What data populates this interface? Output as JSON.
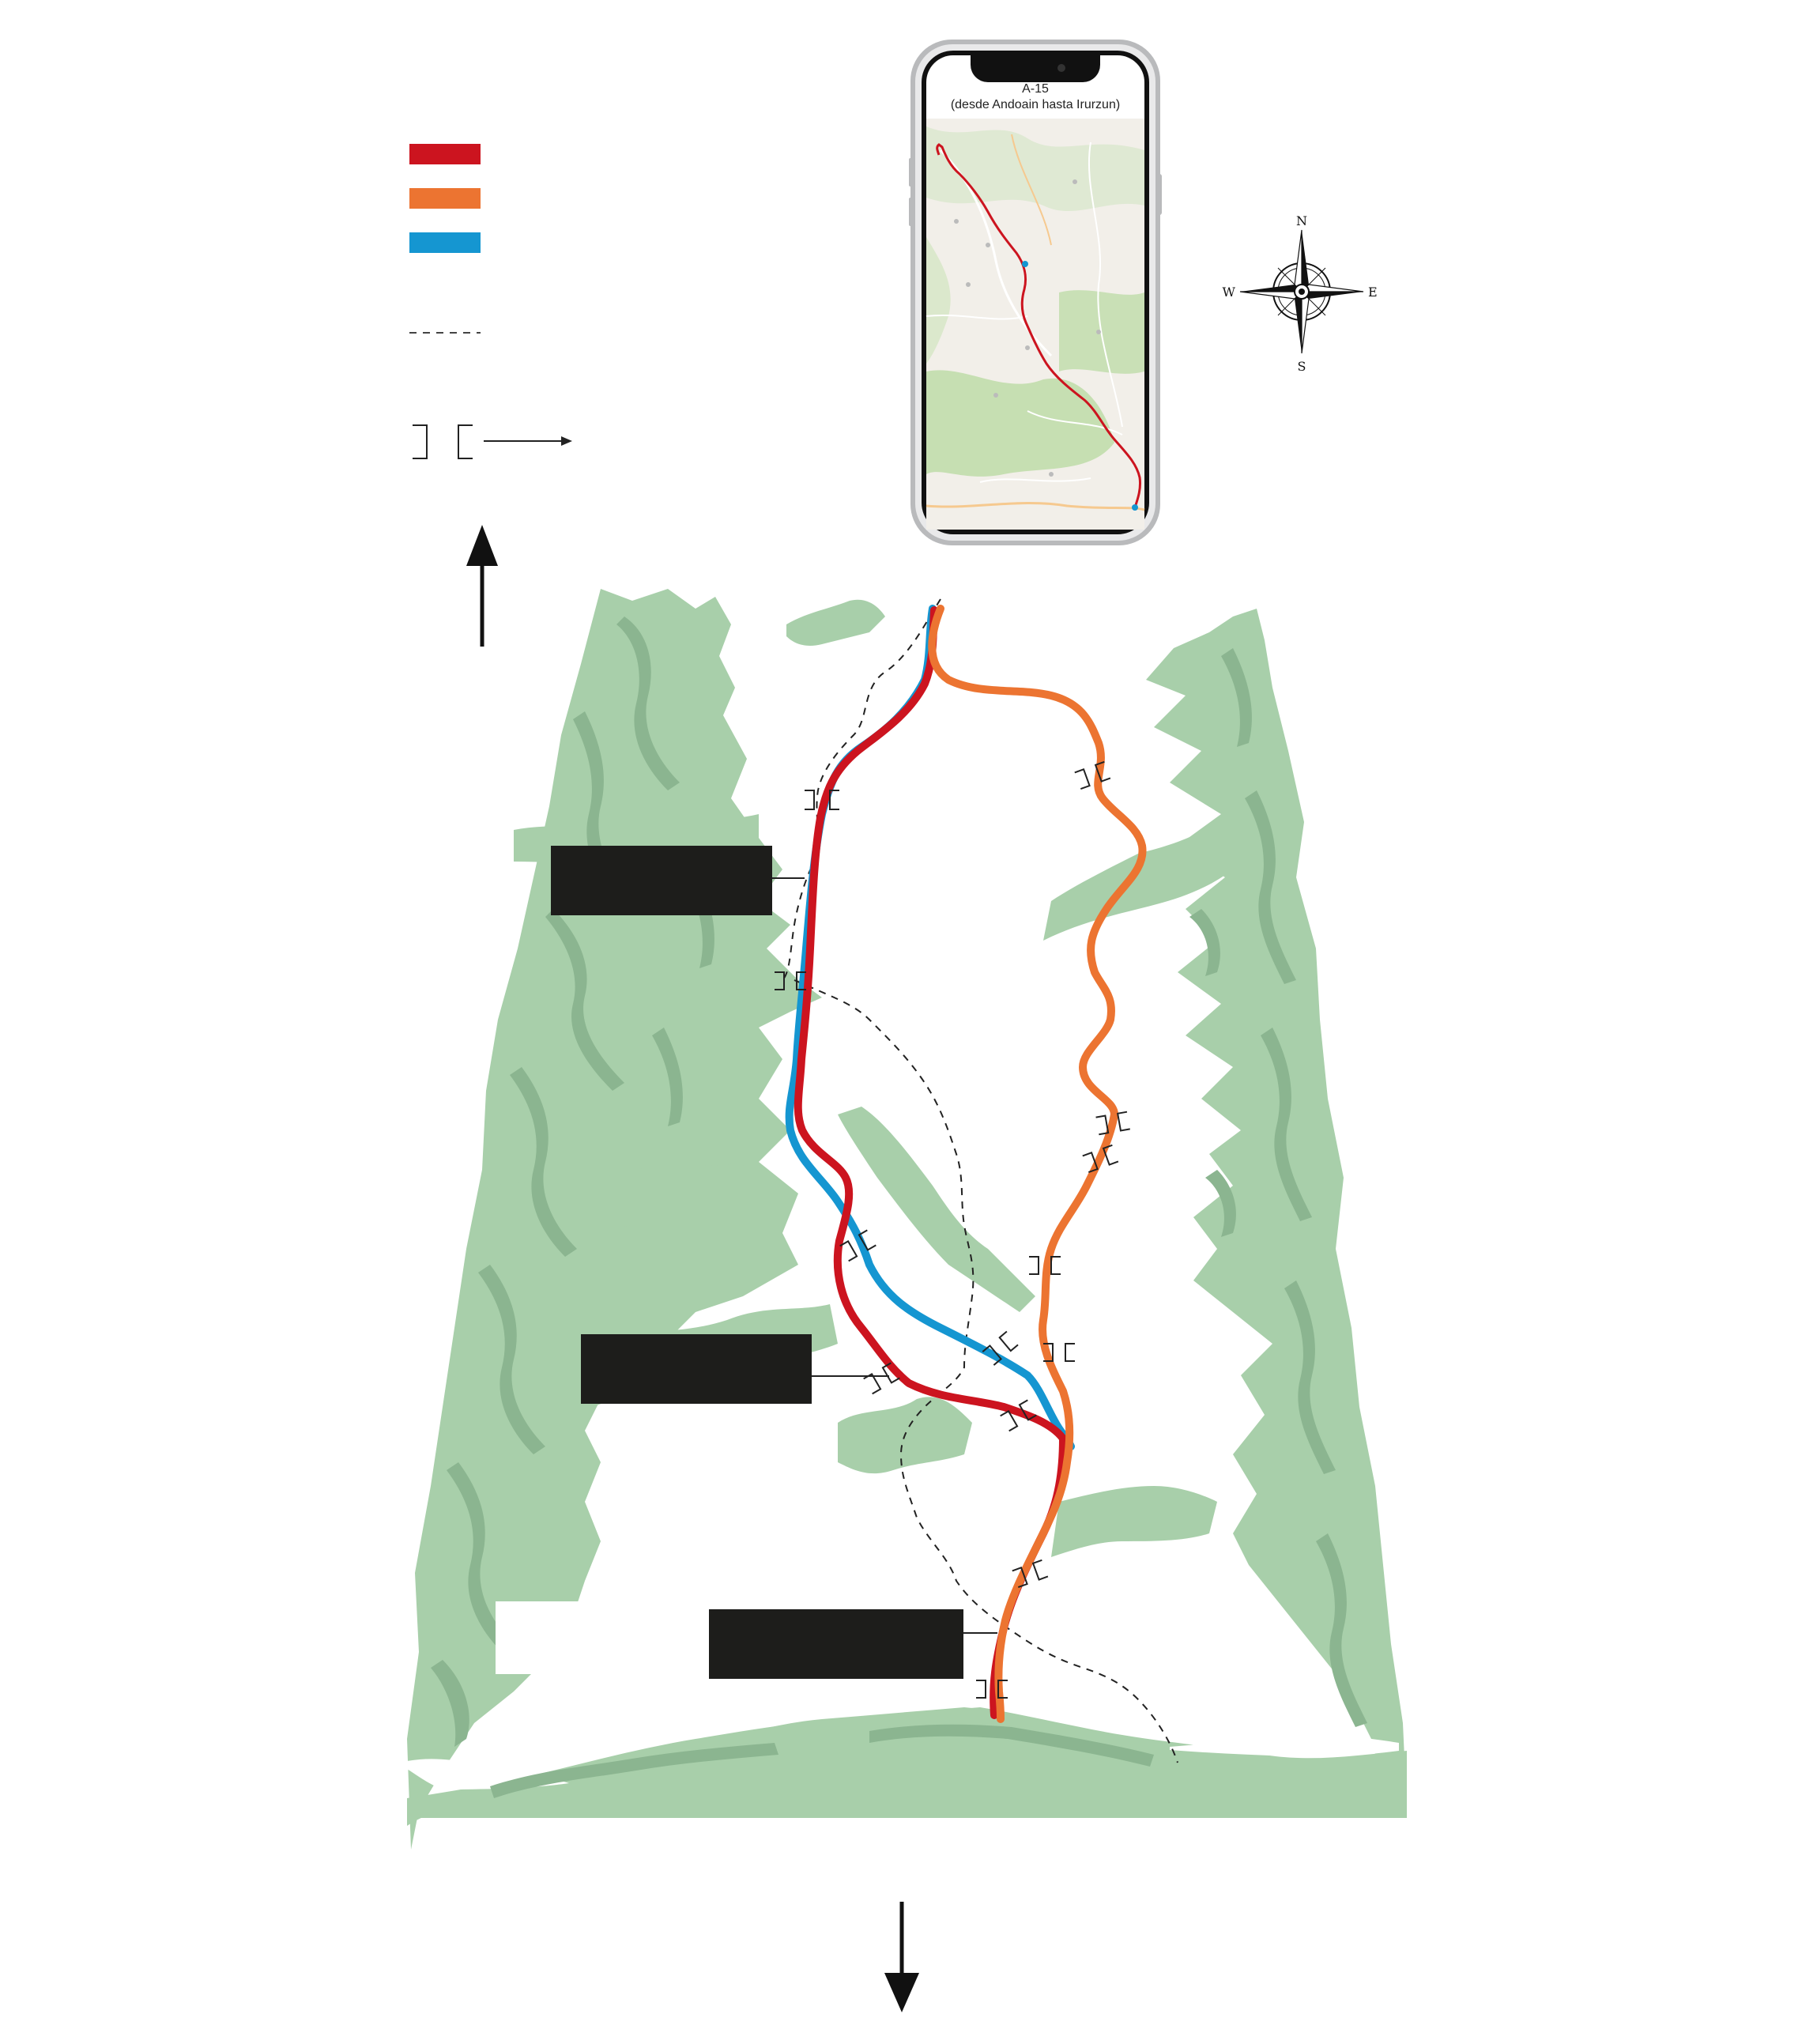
{
  "phone": {
    "title_line1": "A-15",
    "title_line2": "(desde Andoain hasta Irurzun)"
  },
  "compass": {
    "north": "N",
    "south": "S",
    "east": "E",
    "west": "W"
  },
  "colors": {
    "route_red": "#cc141f",
    "route_orange": "#ec7431",
    "route_blue": "#1596d1",
    "mountain_light": "#a8cfaa",
    "mountain_dark": "#8bb590",
    "label_box": "#1d1d1b"
  }
}
